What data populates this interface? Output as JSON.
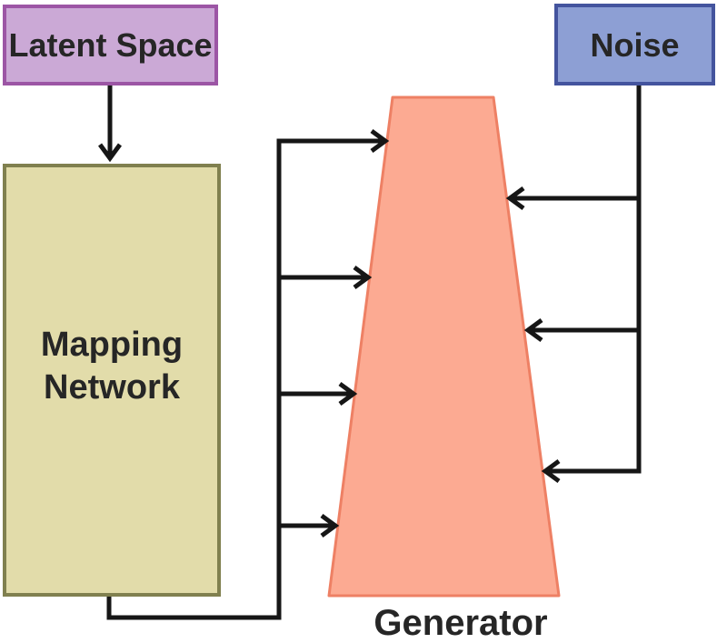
{
  "diagram_type": "flow-diagram",
  "nodes": {
    "latent_space": {
      "label": "Latent Space",
      "shape": "rectangle"
    },
    "noise": {
      "label": "Noise",
      "shape": "rectangle"
    },
    "mapping_network": {
      "label": "Mapping Network",
      "shape": "rectangle"
    },
    "generator": {
      "label": "Generator",
      "shape": "trapezoid"
    }
  },
  "edges": [
    {
      "from": "latent_space",
      "to": "mapping_network",
      "style": "arrow"
    },
    {
      "from": "mapping_network",
      "to": "generator",
      "style": "arrow",
      "count": 4
    },
    {
      "from": "noise",
      "to": "generator",
      "style": "arrow",
      "count": 3
    }
  ],
  "colors": {
    "line": "#161616",
    "text": "#262626",
    "latent-fill": "#cba9d6",
    "latent-stroke": "#9c56a5",
    "noise-fill": "#8d9fd4",
    "noise-stroke": "#44549e",
    "mapping-fill": "#e2dcaa",
    "mapping-stroke": "#80804f",
    "generator-fill": "#fcaa92",
    "generator-stroke": "#ee8064"
  }
}
